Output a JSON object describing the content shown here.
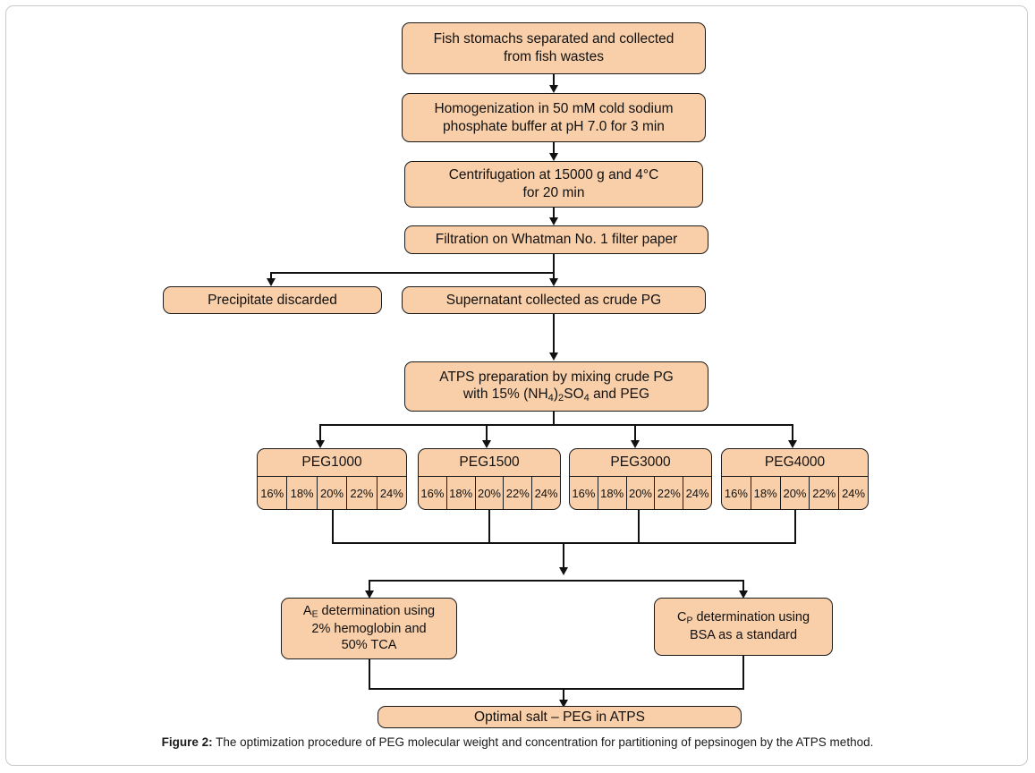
{
  "figure": {
    "caption_label": "Figure 2:",
    "caption_text": " The optimization procedure of PEG molecular weight and concentration for partitioning of pepsinogen by the ATPS method.",
    "box_fill_color": "#F9CFA9",
    "box_border_color": "#1B1B1B",
    "connector_color": "#111111",
    "frame_color": "#C9C9C9",
    "background_color": "#FFFFFF"
  },
  "chart_data": {
    "type": "diagram",
    "title": "The optimization procedure of PEG molecular weight and concentration for partitioning of pepsinogen by the ATPS method.",
    "nodes": [
      {
        "id": "n1",
        "label": "Fish stomachs separated and collected from fish wastes"
      },
      {
        "id": "n2",
        "label": "Homogenization in 50 mM cold sodium phosphate buffer at pH 7.0 for 3 min"
      },
      {
        "id": "n3",
        "label": "Centrifugation at 15000 g and 4°C for 20 min"
      },
      {
        "id": "n4",
        "label": "Filtration on Whatman No. 1 filter paper"
      },
      {
        "id": "n5",
        "label": "Precipitate discarded"
      },
      {
        "id": "n6",
        "label": "Supernatant collected as crude PG"
      },
      {
        "id": "n7",
        "label": "ATPS preparation by mixing crude PG with 15% (NH4)2SO4 and PEG"
      },
      {
        "id": "peg1000",
        "label": "PEG1000"
      },
      {
        "id": "peg1500",
        "label": "PEG1500"
      },
      {
        "id": "peg3000",
        "label": "PEG3000"
      },
      {
        "id": "peg4000",
        "label": "PEG4000"
      },
      {
        "id": "ae",
        "label": "AE determination using 2% hemoglobin and 50% TCA"
      },
      {
        "id": "cp",
        "label": "CP determination using BSA as a standard"
      },
      {
        "id": "final",
        "label": "Optimal salt – PEG in ATPS"
      }
    ],
    "edges": [
      {
        "from": "n1",
        "to": "n2"
      },
      {
        "from": "n2",
        "to": "n3"
      },
      {
        "from": "n3",
        "to": "n4"
      },
      {
        "from": "n4",
        "to": "n5"
      },
      {
        "from": "n4",
        "to": "n6"
      },
      {
        "from": "n6",
        "to": "n7"
      },
      {
        "from": "n7",
        "to": "peg1000"
      },
      {
        "from": "n7",
        "to": "peg1500"
      },
      {
        "from": "n7",
        "to": "peg3000"
      },
      {
        "from": "n7",
        "to": "peg4000"
      },
      {
        "from": "peg1000",
        "to": "ae"
      },
      {
        "from": "peg1000",
        "to": "cp"
      },
      {
        "from": "peg1500",
        "to": "ae"
      },
      {
        "from": "peg1500",
        "to": "cp"
      },
      {
        "from": "peg3000",
        "to": "ae"
      },
      {
        "from": "peg3000",
        "to": "cp"
      },
      {
        "from": "peg4000",
        "to": "ae"
      },
      {
        "from": "peg4000",
        "to": "cp"
      },
      {
        "from": "ae",
        "to": "final"
      },
      {
        "from": "cp",
        "to": "final"
      }
    ],
    "peg_concentrations": [
      "16%",
      "18%",
      "20%",
      "22%",
      "24%"
    ]
  },
  "steps": {
    "collection": {
      "line1": "Fish stomachs separated and collected",
      "line2": "from fish wastes"
    },
    "homogenization": {
      "line1": "Homogenization in 50 mM cold sodium",
      "line2": "phosphate buffer at pH 7.0 for 3 min"
    },
    "centrifugation": {
      "line1": "Centrifugation at 15000 g and 4°C",
      "line2": "for 20 min"
    },
    "filtration": {
      "line1": "Filtration on Whatman No. 1 filter paper"
    },
    "precipitate": {
      "line1": "Precipitate discarded"
    },
    "supernatant": {
      "line1": "Supernatant collected as crude PG"
    },
    "atps": {
      "line1": "ATPS preparation by mixing crude PG",
      "line2_a": "with 15% (NH",
      "line2_sub1": "4",
      "line2_b": ")",
      "line2_sub2": "2",
      "line2_c": "SO",
      "line2_sub3": "4",
      "line2_d": " and PEG"
    },
    "ae": {
      "line1_a": "A",
      "line1_sub": "E",
      "line1_b": " determination using",
      "line2": "2% hemoglobin and",
      "line3": "50% TCA"
    },
    "cp": {
      "line1_a": "C",
      "line1_sub": "P",
      "line1_b": " determination using",
      "line2": "BSA as a standard"
    },
    "final": {
      "line1": "Optimal salt – PEG in ATPS"
    }
  },
  "peg_groups": [
    {
      "name": "PEG1000",
      "concentrations": [
        "16%",
        "18%",
        "20%",
        "22%",
        "24%"
      ]
    },
    {
      "name": "PEG1500",
      "concentrations": [
        "16%",
        "18%",
        "20%",
        "22%",
        "24%"
      ]
    },
    {
      "name": "PEG3000",
      "concentrations": [
        "16%",
        "18%",
        "20%",
        "22%",
        "24%"
      ]
    },
    {
      "name": "PEG4000",
      "concentrations": [
        "16%",
        "18%",
        "20%",
        "22%",
        "24%"
      ]
    }
  ]
}
